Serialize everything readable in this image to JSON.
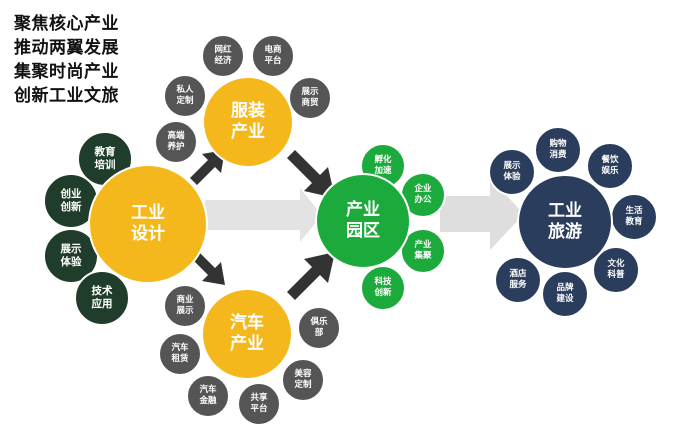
{
  "headline": [
    "聚焦核心产业",
    "推动两翼发展",
    "集聚时尚产业",
    "创新工业文旅"
  ],
  "design": {
    "center": "工业\n设计",
    "satellites": [
      "教育\n培训",
      "创业\n创新",
      "展示\n体验",
      "技术\n应用"
    ]
  },
  "apparel": {
    "center": "服装\n产业",
    "satellites": [
      "私人\n定制",
      "网红\n经济",
      "电商\n平台",
      "展示\n商贸",
      "高端\n养护"
    ]
  },
  "auto": {
    "center": "汽车\n产业",
    "satellites": [
      "商业\n展示",
      "俱乐\n部",
      "汽车\n租赁",
      "美容\n定制",
      "汽车\n金融",
      "共享\n平台"
    ]
  },
  "park": {
    "center": "产业\n园区",
    "satellites": [
      "孵化\n加速",
      "企业\n办公",
      "产业\n集聚",
      "科技\n创新"
    ]
  },
  "tourism": {
    "center": "工业\n旅游",
    "satellites": [
      "购物\n消费",
      "展示\n体验",
      "餐饮\n娱乐",
      "生活\n教育",
      "文化\n科普",
      "酒店\n服务",
      "品牌\n建设"
    ]
  },
  "colors": {
    "gray": "#555555",
    "yellow": "#f5b81c",
    "dark_green": "#1f3d2a",
    "green": "#1daa3c",
    "navy": "#2b3d5c",
    "arrow_dark": "#333333",
    "arrow_light": "#e0e0e0"
  }
}
